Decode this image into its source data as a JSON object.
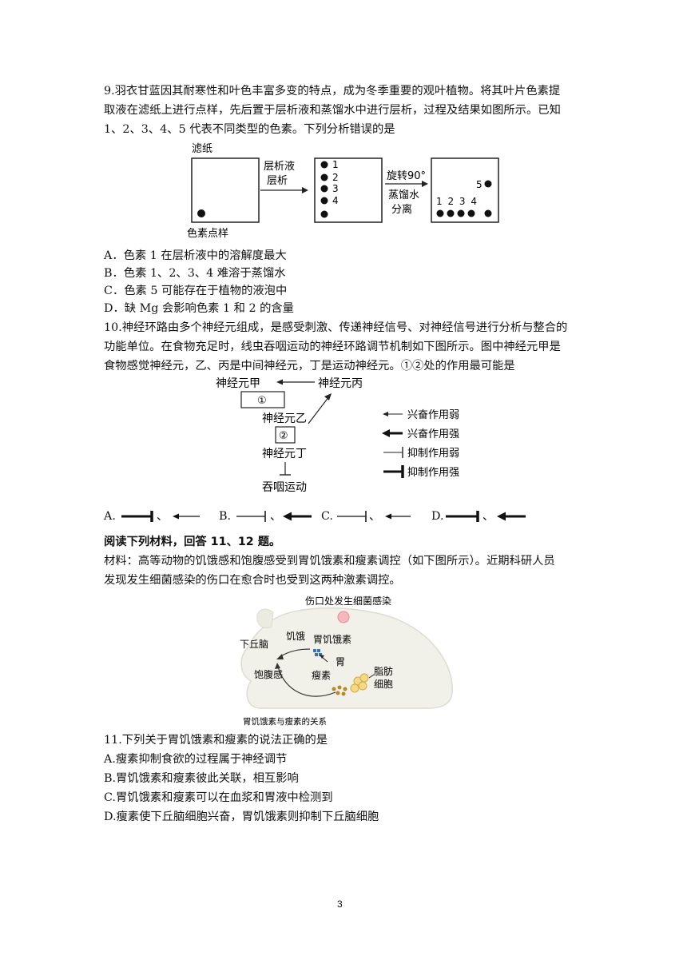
{
  "q9": {
    "lines": [
      "9.羽衣甘蓝因其耐寒性和叶色丰富多变的特点，成为冬季重要的观叶植物。将其叶片色素提",
      "取液在滤纸上进行点样，先后置于层析液和蒸馏水中进行层析，过程及结果如图所示。已知",
      "1、2、3、4、5 代表不同类型的色素。下列分析错误的是"
    ],
    "figure": {
      "filter_paper": "滤纸",
      "spot_label": "色素点样",
      "step1_line1": "层析液",
      "step1_line2": "层析",
      "step2_line1": "旋转90°",
      "step2_line2": "蒸馏水",
      "step2_line3": "分离",
      "n1": "1",
      "n2": "2",
      "n3": "3",
      "n4": "4",
      "n5": "5",
      "bottom_nums": "1 2 3 4"
    },
    "options": [
      "A．色素 1 在层析液中的溶解度最大",
      "B．色素 1、2、3、4 难溶于蒸馏水",
      "C．色素 5 可能存在于植物的液泡中",
      "D．缺 Mg 会影响色素 1 和 2 的含量"
    ]
  },
  "q10": {
    "lines": [
      "10.神经环路由多个神经元组成，是感受刺激、传递神经信号、对神经信号进行分析与整合的",
      "功能单位。在食物充足时，线虫吞咽运动的神经环路调节机制如下图所示。图中神经元甲是",
      "食物感觉神经元，乙、丙是中间神经元，丁是运动神经元。①②处的作用最可能是"
    ],
    "figure": {
      "neuron_a": "神经元甲",
      "neuron_c": "神经元丙",
      "neuron_b": "神经元乙",
      "neuron_d": "神经元丁",
      "box1": "①",
      "box2": "②",
      "swallow": "吞咽运动",
      "legend1": "兴奋作用弱",
      "legend2": "兴奋作用强",
      "legend3": "抑制作用弱",
      "legend4": "抑制作用强"
    },
    "options": {
      "a": "A.",
      "b": "B.",
      "c": "C.",
      "d": "D.",
      "sep": "、"
    }
  },
  "reading": {
    "title": "阅读下列材料，回答 11、12 题。",
    "lines": [
      "材料：高等动物的饥饿感和饱腹感受到胃饥饿素和瘦素调控（如下图所示）。近期科研人员",
      "发现发生细菌感染的伤口在愈合时也受到这两种激素调控。"
    ],
    "figure": {
      "infection": "伤口处发生细菌感染",
      "hypothalamus": "下丘脑",
      "hunger": "饥饿",
      "ghrelin": "胃饥饿素",
      "stomach": "胃",
      "satiety": "饱腹感",
      "leptin": "瘦素",
      "fat1": "脂肪",
      "fat2": "细胞",
      "caption": "胃饥饿素与瘦素的关系"
    }
  },
  "q11": {
    "stem": "11.下列关于胃饥饿素和瘦素的说法正确的是",
    "options": [
      "A.瘦素抑制食欲的过程属于神经调节",
      "B.胃饥饿素和瘦素彼此关联，相互影响",
      "C.胃饥饿素和瘦素可以在血浆和胃液中检测到",
      "D.瘦素使下丘脑细胞兴奋，胃饥饿素则抑制下丘脑细胞"
    ]
  },
  "page_number": "3"
}
